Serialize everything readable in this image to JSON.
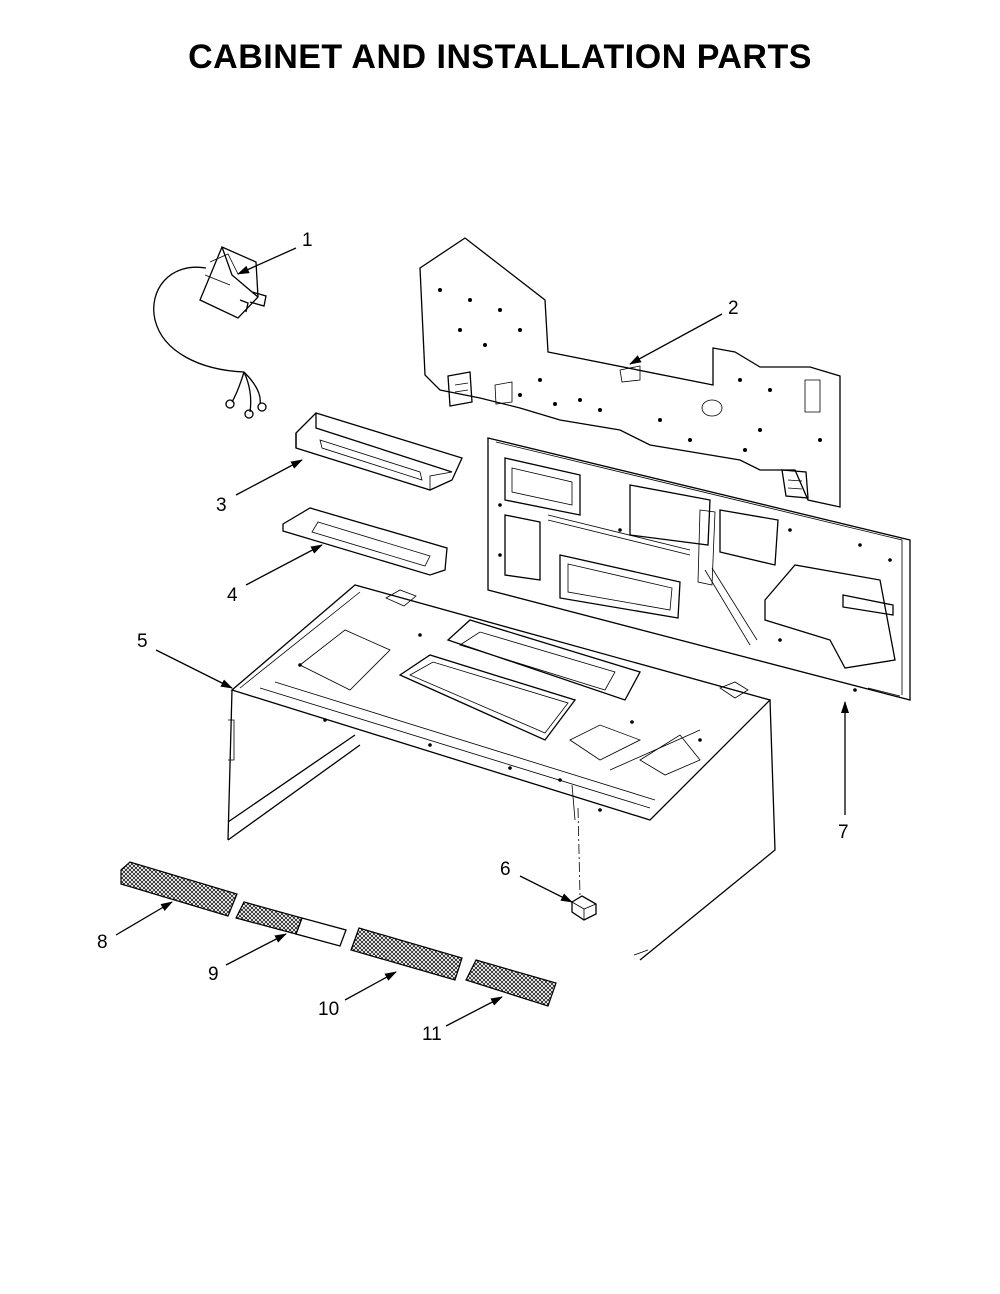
{
  "title": "CABINET AND INSTALLATION PARTS",
  "callouts": {
    "c1": "1",
    "c2": "2",
    "c3": "3",
    "c4": "4",
    "c5": "5",
    "c6": "6",
    "c7": "7",
    "c8": "8",
    "c9": "9",
    "c10": "10",
    "c11": "11"
  }
}
